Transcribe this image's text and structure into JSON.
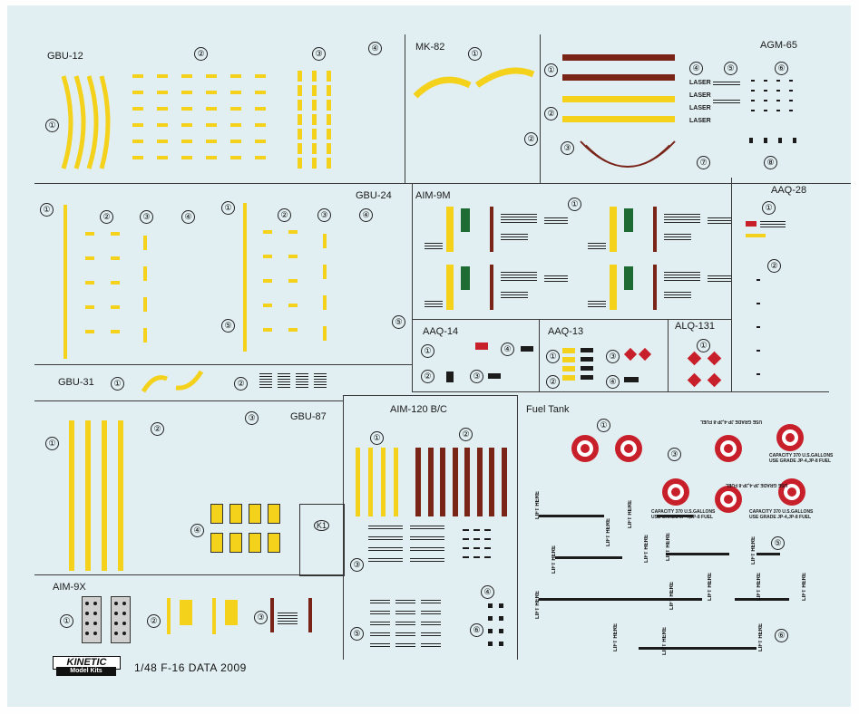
{
  "sections": {
    "gbu12": "GBU-12",
    "mk82": "MK-82",
    "agm65": "AGM-65",
    "gbu24": "GBU-24",
    "aim9m": "AIM-9M",
    "aaq28": "AAQ-28",
    "gbu31": "GBU-31",
    "aaq14": "AAQ-14",
    "aaq13": "AAQ-13",
    "alq131": "ALQ-131",
    "gbu87": "GBU-87",
    "aim120": "AIM-120 B/C",
    "fueltank": "Fuel Tank",
    "aim9x": "AIM-9X",
    "k1": "K1"
  },
  "marks": {
    "one": "①",
    "two": "②",
    "three": "③",
    "four": "④",
    "five": "⑤",
    "six": "⑥",
    "seven": "⑦",
    "eight": "⑧"
  },
  "stencils": {
    "laser": "LASER",
    "lift_here": "LIFT HERE",
    "capacity": "CAPACITY 370 U.S.GALLONS",
    "grade": "USE GRADE JP-4,JP-8 FUEL"
  },
  "brand": {
    "name": "KINETIC",
    "sub": "Model Kits"
  },
  "footer": {
    "title": "1/48  F-16  DATA 2009"
  },
  "colors": {
    "sheet": "#e1eef2",
    "yellow": "#f4d21c",
    "brown": "#7a2418",
    "red": "#c8202a"
  }
}
